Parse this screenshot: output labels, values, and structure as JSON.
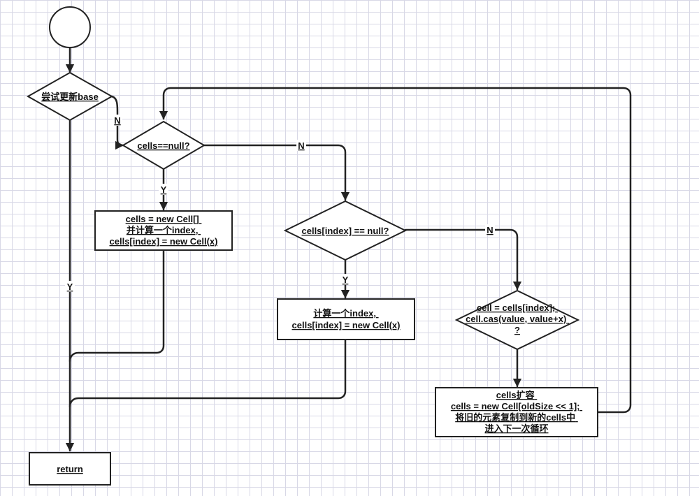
{
  "nodes": {
    "try_update_base": "尝试更新base",
    "cells_null_check": "cells==null?",
    "init_cells": [
      "cells = new Cell[]",
      "并计算一个index,",
      "cells[index] = new Cell(x)"
    ],
    "cell_index_null_check": "cells[index] == null?",
    "compute_index": [
      "计算一个index,",
      "cells[index] = new Cell(x)"
    ],
    "cas_check": [
      "cell = cells[index];",
      "cell.cas(value, value+x)",
      "?"
    ],
    "expand_cells": [
      "cells扩容",
      "cells = new Cell[oldSize << 1];",
      "将旧的元素复制到新的cells中",
      "进入下一次循环"
    ],
    "return": "return"
  },
  "edge_labels": {
    "base_no": "N",
    "base_yes": "Y",
    "cells_null_no": "N",
    "cells_null_yes": "Y",
    "cell_index_no": "N",
    "cell_index_yes": "Y"
  },
  "colors": {
    "stroke": "#222222",
    "fill": "#ffffff",
    "grid": "#d8d8e6"
  }
}
